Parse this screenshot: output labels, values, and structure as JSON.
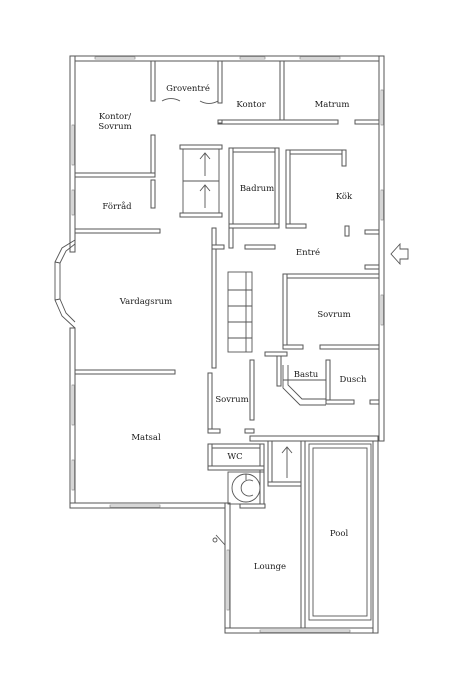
{
  "rooms": {
    "kontor_sovrum_line1": "Kontor/",
    "kontor_sovrum_line2": "Sovrum",
    "groventre": "Groventré",
    "kontor": "Kontor",
    "matrum": "Matrum",
    "badrum": "Badrum",
    "kok": "Kök",
    "forrad": "Förråd",
    "entre": "Entré",
    "vardagsrum": "Vardagsrum",
    "sovrum_east": "Sovrum",
    "bastu": "Bastu",
    "dusch": "Dusch",
    "sovrum_small": "Sovrum",
    "matsal": "Matsal",
    "wc": "WC",
    "pool": "Pool",
    "lounge": "Lounge"
  },
  "colors": {
    "wall_stroke": "#555555",
    "label_text": "#1a1a1a",
    "background": "#ffffff"
  },
  "icons": {
    "entrance": "entrance-arrow-icon",
    "stairs_up": "arrow-up-icon",
    "spiral_stair": "spiral-stair-icon"
  }
}
